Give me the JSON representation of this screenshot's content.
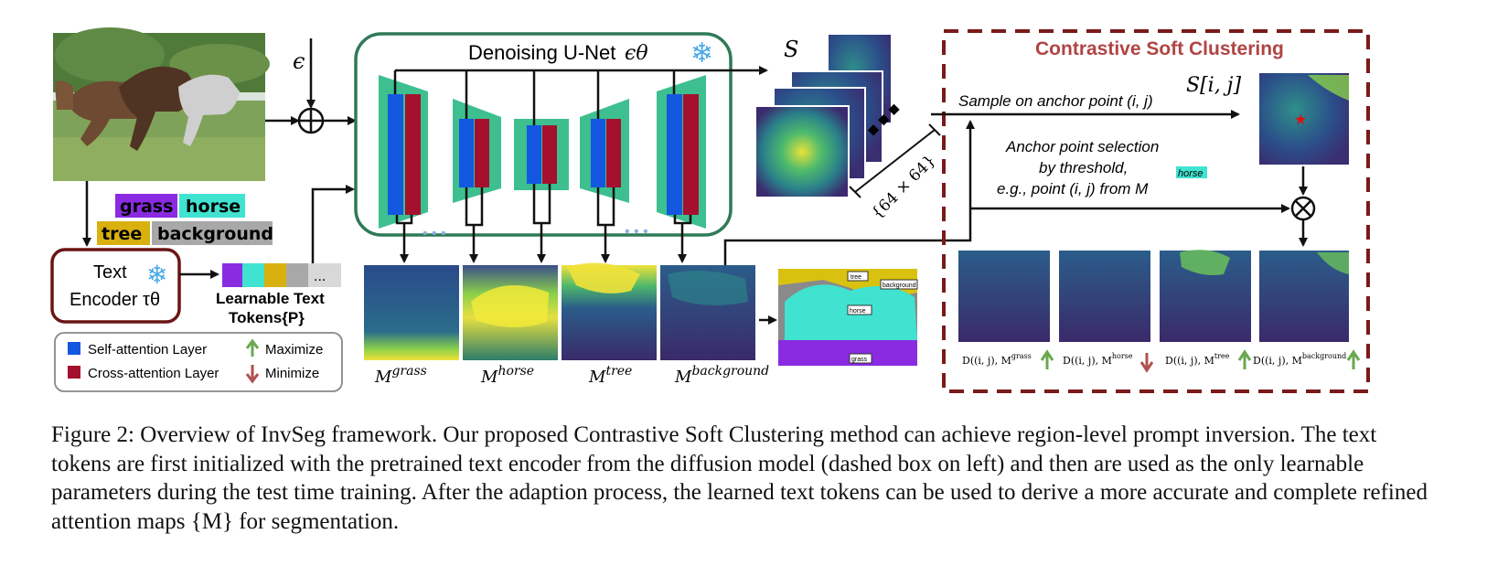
{
  "figure": {
    "epsilon": "ϵ",
    "unet_title": "Denoising U-Net",
    "unet_symbol": "ϵθ",
    "s_label": "S",
    "s_index_label": "S[i, j]",
    "dim_label": "{64 × 64}",
    "class_tags": [
      "grass",
      "horse",
      "tree",
      "background"
    ],
    "text_encoder_line1": "Text",
    "text_encoder_line2": "Encoder τθ",
    "tokens_line1": "Learnable Text",
    "tokens_line2": "Tokens{P}",
    "tokens_more": "...",
    "legend": {
      "self_attention": "Self-attention Layer",
      "cross_attention": "Cross-attention Layer",
      "maximize": "Maximize",
      "minimize": "Minimize"
    },
    "map_labels": [
      "Mgrass",
      "Mhorse",
      "Mtree",
      "Mbackground"
    ],
    "map_label_base": "M",
    "map_label_sups": [
      "grass",
      "horse",
      "tree",
      "background"
    ],
    "seg_labels": [
      "tree",
      "background",
      "horse",
      "grass"
    ],
    "csc_title": "Contrastive Soft Clustering",
    "sample_text": "Sample on anchor point (i, j)",
    "anchor_line1": "Anchor point selection",
    "anchor_line2": "by threshold,",
    "anchor_line3": "e.g., point (i, j) from M",
    "anchor_sup": "horse",
    "d_labels": [
      "D((i, j), M",
      "D((i, j), M",
      "D((i, j), M",
      "D((i, j), M"
    ],
    "d_sups": [
      "grass",
      "horse",
      "tree",
      "background"
    ],
    "colors": {
      "unet_green": "#2f7a57",
      "unet_fill": "#3dbf8f",
      "self_attn": "#1457e0",
      "cross_attn": "#a5102e",
      "csc_border": "#7a1a1a",
      "csc_title": "#b04444",
      "grass_tag": "#8a2be2",
      "horse_tag": "#3fe3d0",
      "tree_tag": "#d9b10f",
      "background_tag": "#a8a8a8",
      "up_arrow": "#6aa84f",
      "down_arrow": "#b05050"
    }
  },
  "caption": {
    "line1": "Figure 2: Overview of InvSeg framework. Our proposed Contrastive Soft Clustering method can achieve region-level prompt",
    "line2": "inversion. The text tokens are first initialized with the pretrained text encoder from the diffusion model (dashed box on left) and",
    "line3": "then are used as the only learnable parameters during the test time training. After the adaption process, the learned text tokens",
    "line4": "can be used to derive a more accurate and complete refined attention maps {M} for segmentation."
  }
}
